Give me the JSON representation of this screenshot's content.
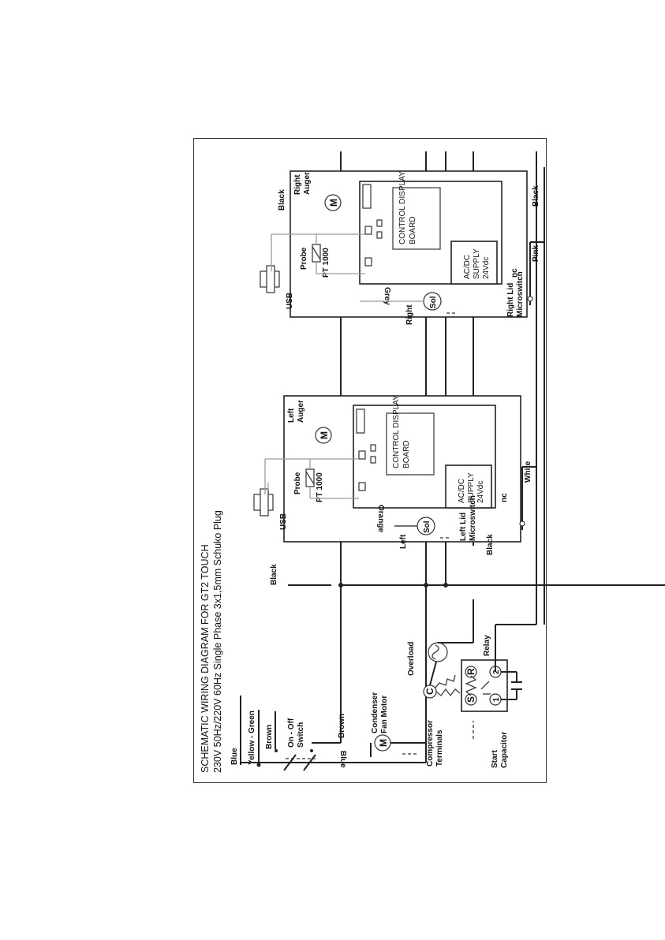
{
  "title": {
    "line1": "SCHEMATIC WIRING DIAGRAM FOR GT2 TOUCH",
    "line2": "230V 50Hz/220V 60Hz Single Phase 3x1,5mm Schuko Plug"
  },
  "mains": {
    "blue": "Blue",
    "yellow_green": "Yellow - Green",
    "brown": "Brown",
    "switch_line1": "On - Off",
    "switch_line2": "Switch",
    "brown_wire": "Brown",
    "blue_wire": "Blue"
  },
  "fan_motor": {
    "symbol": "M",
    "line1": "Condenser",
    "line2": "Fan Motor"
  },
  "compressor": {
    "terminals_line1": "Compressor",
    "terminals_line2": "Terminals",
    "capacitor_line1": "Start",
    "capacitor_line2": "Capacitor",
    "overload": "Overload",
    "relay": "Relay",
    "terminal_c": "C",
    "terminal_s": "S",
    "terminal_r": "R",
    "terminal_1": "1",
    "terminal_2": "2"
  },
  "left_unit": {
    "wire_black": "Black",
    "auger_line1": "Left",
    "auger_line2": "Auger",
    "auger_symbol": "M",
    "usb": "USB",
    "probe": "Probe",
    "pt": "PT 1000",
    "board_line1": "CONTROL DISPLAY",
    "board_line2": "BOARD",
    "supply_line1": "AC/DC",
    "supply_line2": "SUPPLY",
    "supply_line3": "24Vdc",
    "wire_black_bottom": "Black",
    "lid_line1": "Left Lid",
    "lid_line2": "Microswitch",
    "nc": "nc",
    "wire_white": "White",
    "sol_symbol": "Sol",
    "sol_label": "Left",
    "wire_orange": "Orange"
  },
  "right_unit": {
    "wire_black": "Black",
    "auger_line1": "Right",
    "auger_line2": "Auger",
    "auger_symbol": "M",
    "usb": "USB",
    "probe": "Probe",
    "pt": "PT 1000",
    "board_line1": "CONTROL DISPLAY",
    "board_line2": "BOARD",
    "supply_line1": "AC/DC",
    "supply_line2": "SUPPLY",
    "supply_line3": "24Vdc",
    "wire_black_bottom": "Black",
    "lid_line1": "Right Lid",
    "lid_line2": "Microswitch",
    "nc": "nc",
    "wire_pink": "Pink",
    "sol_symbol": "Sol",
    "sol_label": "Right",
    "wire_grey": "Grey"
  }
}
